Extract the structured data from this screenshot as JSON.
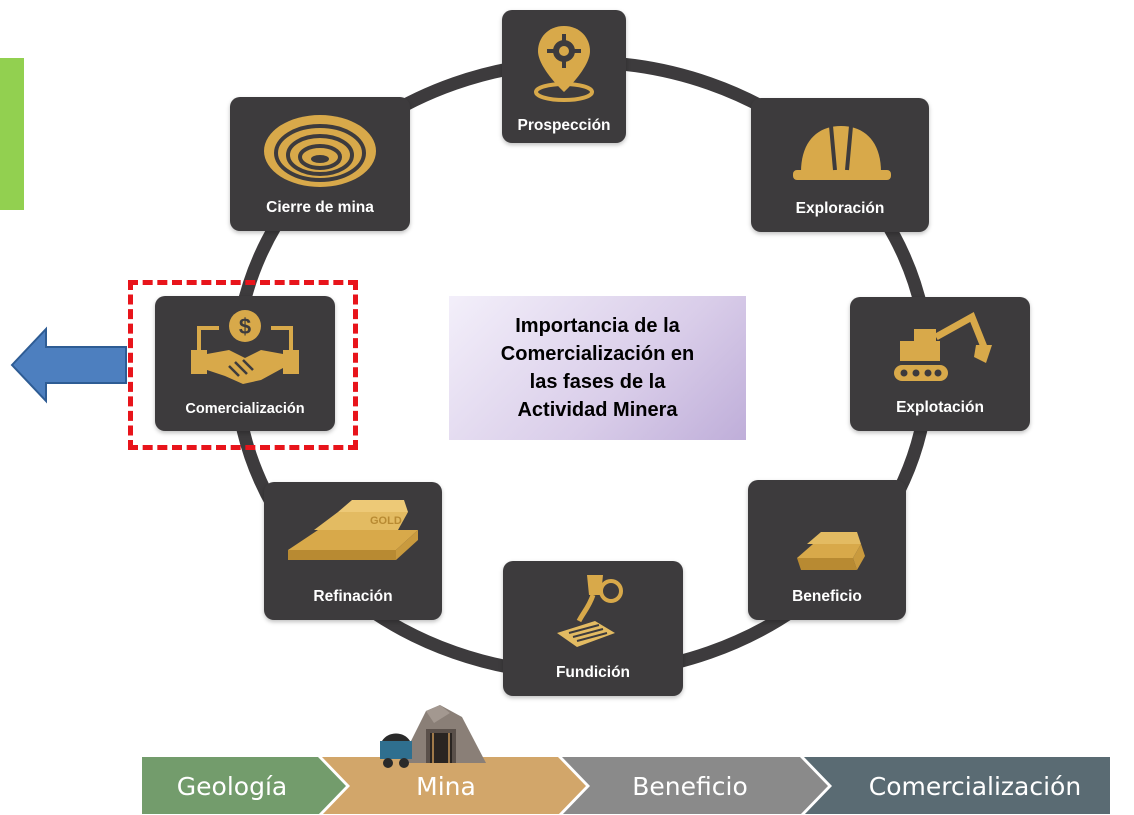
{
  "center_box": {
    "lines": [
      "Importancia de la",
      "Comercialización en",
      "las fases de la",
      "Actividad Minera"
    ]
  },
  "phases": [
    {
      "label": "Prospección",
      "icon": "location-pin-icon"
    },
    {
      "label": "Exploración",
      "icon": "hard-hat-icon"
    },
    {
      "label": "Explotación",
      "icon": "excavator-icon"
    },
    {
      "label": "Beneficio",
      "icon": "gold-bars-icon"
    },
    {
      "label": "Fundición",
      "icon": "crucible-pouring-icon"
    },
    {
      "label": "Refinación",
      "icon": "gold-bars-icon"
    },
    {
      "label": "Comercialización",
      "icon": "handshake-dollar-icon"
    },
    {
      "label": "Cierre de mina",
      "icon": "open-pit-icon"
    }
  ],
  "chain": [
    {
      "label": "Geología",
      "color": "#739c6c"
    },
    {
      "label": "Mina",
      "color": "#d2a66a"
    },
    {
      "label": "Beneficio",
      "color": "#8a8a8a"
    },
    {
      "label": "Comercialización",
      "color": "#5a6b73"
    }
  ],
  "colors": {
    "node": "#3d3b3d",
    "icon": "#d8a94a",
    "ring": "#3d3b3d",
    "highlight": "#e8141b",
    "arrow": "#4d7fbf",
    "green_bar": "#92d050"
  }
}
